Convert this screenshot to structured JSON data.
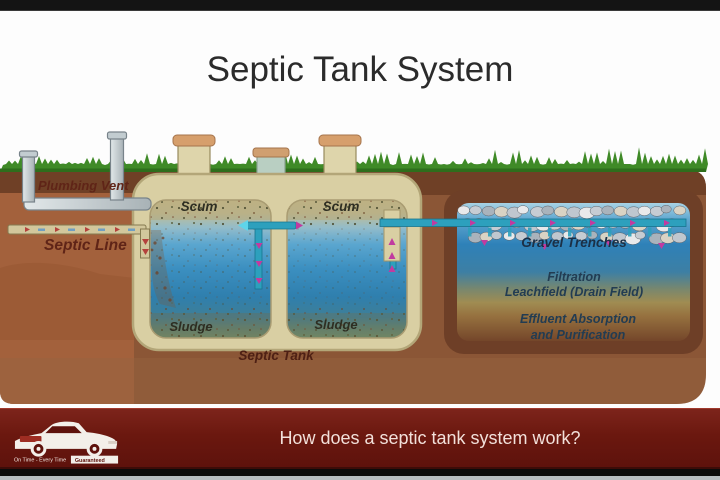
{
  "header": {
    "title": "Septic Tank System"
  },
  "diagram": {
    "labels": {
      "plumbing_vent": "Plumbing Vent",
      "septic_line": "Septic Line",
      "scum_left": "Scum",
      "scum_right": "Scum",
      "sludge_left": "Sludge",
      "sludge_right": "Sludge",
      "septic_tank": "Septic Tank",
      "gravel_trenches": "Gravel Trenches",
      "filtration_1": "Filtration",
      "filtration_2": "Leachfield (Drain Field)",
      "absorption_1": "Effluent Absorption",
      "absorption_2": "and Purification"
    },
    "colors": {
      "grass": "#3f8a27",
      "soil": "#8b5636",
      "soil_left": "#a3613c",
      "tank_shell": "#d9cfa3",
      "water": "#3b8fc0",
      "effluent_pipe": "#2da0bd",
      "flow_arrow_magenta": "#c13ba0",
      "inflow_arrow_red": "#b4423c",
      "label_maroon": "#5f2417",
      "label_navy": "#223c52"
    }
  },
  "footer": {
    "question": "How does a septic tank system work?",
    "background": "#6b180f",
    "logo": {
      "tagline_left": "On Time - Every Time",
      "tagline_right": "Guaranteed"
    }
  }
}
